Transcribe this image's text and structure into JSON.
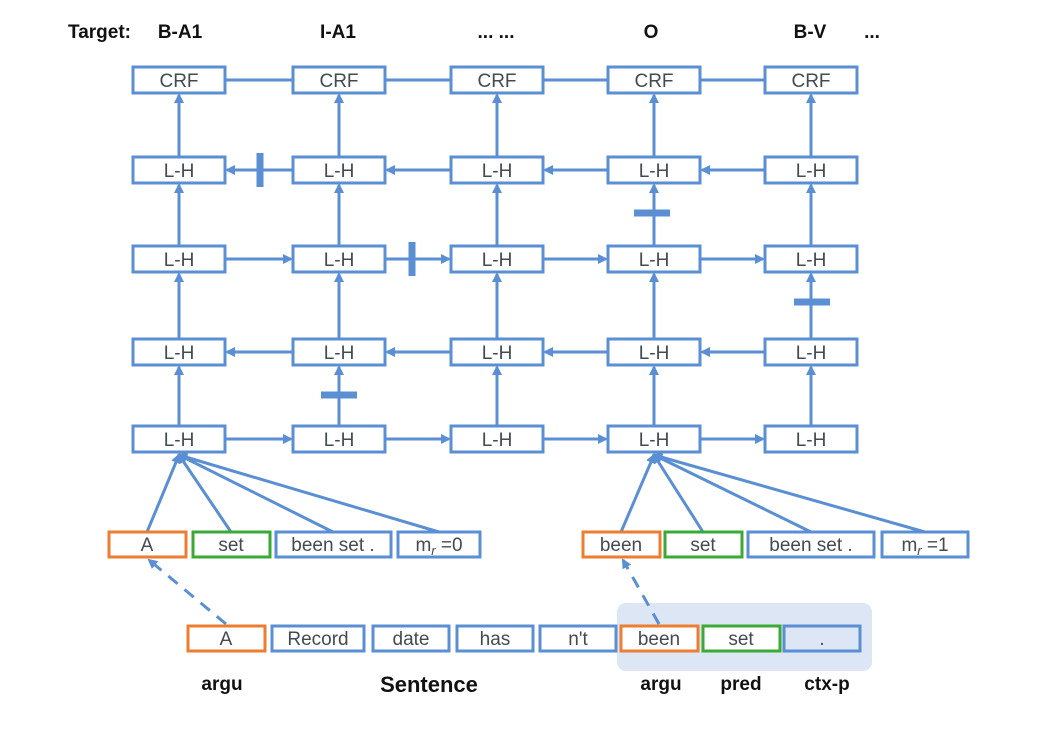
{
  "colors": {
    "accent": "#5b8fd4",
    "argument": "#ed7d31",
    "predicate": "#3aa935",
    "context_highlight": "#dce6f4",
    "text": "#444a52"
  },
  "targets": {
    "prefix": "Target:",
    "labels": [
      "B-A1",
      "I-A1",
      "... ...",
      "O",
      "B-V",
      "..."
    ]
  },
  "crf_label": "CRF",
  "lstm_label": "L-H",
  "layer_directions": [
    "left",
    "right",
    "left",
    "right"
  ],
  "input_groups": [
    [
      "A",
      "set",
      "been set .",
      "m_r =0"
    ],
    [
      "been",
      "set",
      "been set .",
      "m_r =1"
    ]
  ],
  "sentence": {
    "words": [
      "A",
      "Record",
      "date",
      "has",
      "n't",
      "been",
      "set",
      "."
    ],
    "title": "Sentence"
  },
  "bottom_labels": [
    "argu",
    "argu",
    "pred",
    "ctx-p"
  ]
}
